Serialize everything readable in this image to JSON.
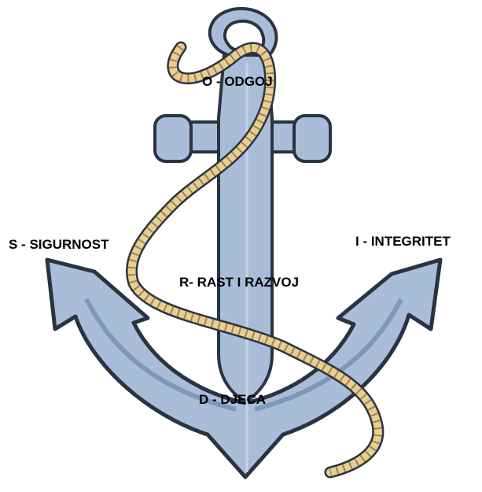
{
  "labels": {
    "o": "O - ODGOJ",
    "s": "S - SIGURNOST",
    "i": "I - INTEGRITET",
    "r": "R- RAST I RAZVOJ",
    "d": "D - DJECA"
  },
  "colors": {
    "metal": "#a9bdd8",
    "metal_light": "#c6d5e8",
    "metal_shadow": "#7f98ba",
    "outline": "#2a3340",
    "rope": "#e6cf95",
    "rope_stripe": "#a5804a"
  }
}
